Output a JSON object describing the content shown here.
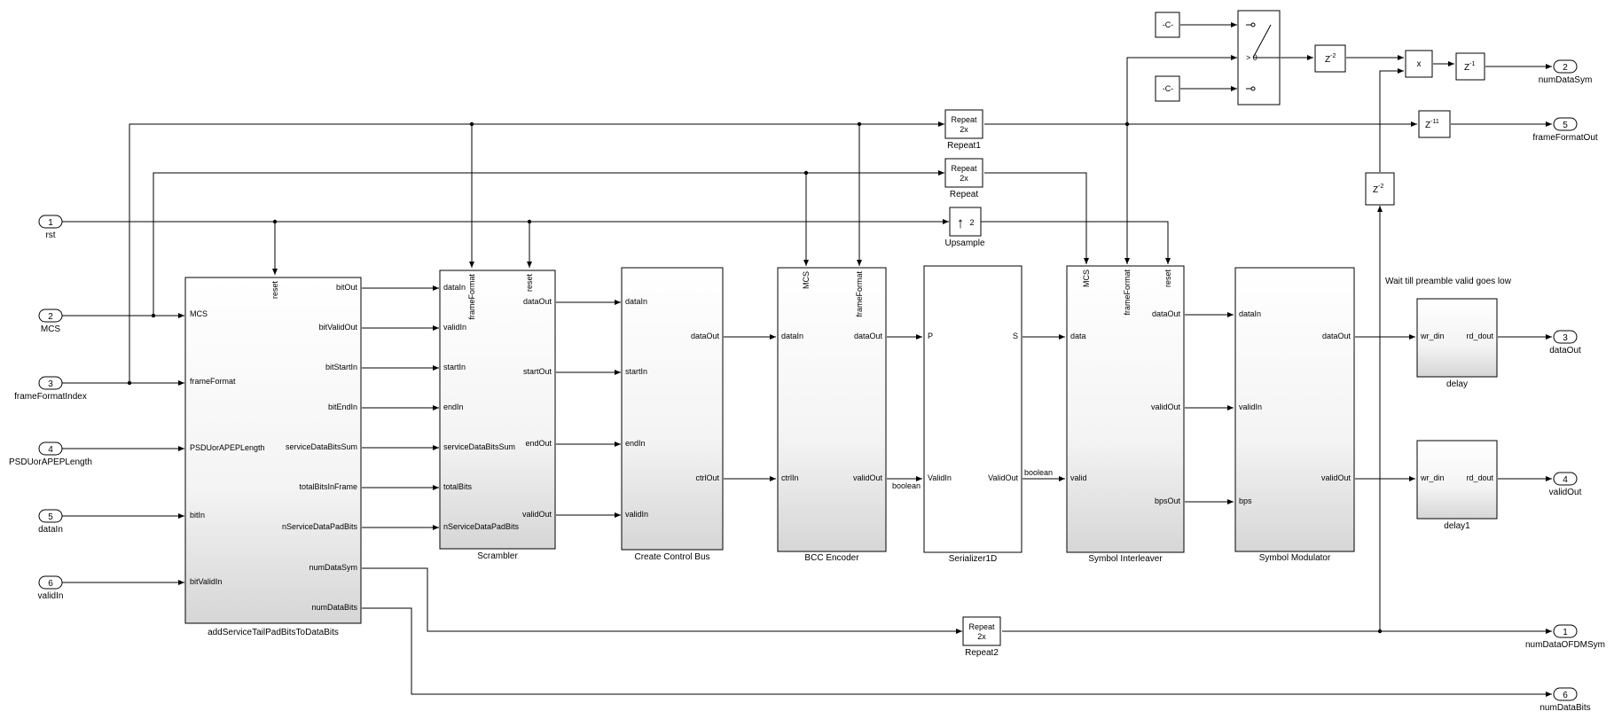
{
  "inports": [
    {
      "num": "1",
      "label": "rst"
    },
    {
      "num": "2",
      "label": "MCS"
    },
    {
      "num": "3",
      "label": "frameFormatIndex"
    },
    {
      "num": "4",
      "label": "PSDUorAPEPLength"
    },
    {
      "num": "5",
      "label": "dataIn"
    },
    {
      "num": "6",
      "label": "validIn"
    }
  ],
  "outports": [
    {
      "num": "2",
      "label": "numDataSym"
    },
    {
      "num": "5",
      "label": "frameFormatOut"
    },
    {
      "num": "3",
      "label": "dataOut"
    },
    {
      "num": "4",
      "label": "validOut"
    },
    {
      "num": "1",
      "label": "numDataOFDMSym"
    },
    {
      "num": "6",
      "label": "numDataBits"
    }
  ],
  "blocks": {
    "addService": {
      "name": "addServiceTailPadBitsToDataBits",
      "in": [
        "MCS",
        "frameFormat",
        "PSDUorAPEPLength",
        "bitIn",
        "bitValidIn"
      ],
      "top": [
        "reset"
      ],
      "out": [
        "bitOut",
        "bitValidOut",
        "bitStartIn",
        "bitEndIn",
        "serviceDataBitsSum",
        "totalBitsInFrame",
        "nServiceDataPadBits",
        "numDataSym",
        "numDataBits"
      ]
    },
    "scrambler": {
      "name": "Scrambler",
      "in": [
        "dataIn",
        "validIn",
        "startIn",
        "endIn",
        "serviceDataBitsSum",
        "totalBits",
        "nServiceDataPadBits"
      ],
      "top": [
        "frameFormat",
        "reset"
      ],
      "out": [
        "dataOut",
        "startOut",
        "endOut",
        "validOut"
      ]
    },
    "controlBus": {
      "name": "Create Control Bus",
      "in": [
        "dataIn",
        "startIn",
        "endIn",
        "validIn"
      ],
      "out": [
        "dataOut",
        "ctrlOut"
      ]
    },
    "bcc": {
      "name": "BCC Encoder",
      "in": [
        "dataIn",
        "ctrlIn"
      ],
      "top": [
        "MCS",
        "frameFormat"
      ],
      "out": [
        "dataOut",
        "validOut"
      ]
    },
    "serializer": {
      "name": "Serializer1D",
      "in": [
        "P",
        "ValidIn"
      ],
      "out": [
        "S",
        "ValidOut"
      ]
    },
    "interleaver": {
      "name": "Symbol Interleaver",
      "in": [
        "data",
        "valid"
      ],
      "top": [
        "MCS",
        "frameFormat",
        "reset"
      ],
      "out": [
        "dataOut",
        "validOut",
        "bpsOut"
      ]
    },
    "modulator": {
      "name": "Symbol Modulator",
      "in": [
        "dataIn",
        "validIn",
        "bps"
      ],
      "out": [
        "dataOut",
        "validOut"
      ]
    },
    "delay": {
      "name": "delay",
      "in": [
        "wr_din"
      ],
      "out": [
        "rd_dout"
      ]
    },
    "delay1": {
      "name": "delay1",
      "in": [
        "wr_din"
      ],
      "out": [
        "rd_dout"
      ]
    }
  },
  "small_blocks": {
    "repeat1": {
      "line1": "Repeat",
      "line2": "2x",
      "name": "Repeat1"
    },
    "repeat": {
      "line1": "Repeat",
      "line2": "2x",
      "name": "Repeat"
    },
    "repeat2": {
      "line1": "Repeat",
      "line2": "2x",
      "name": "Repeat2"
    },
    "upsample": {
      "glyph": "↑",
      "factor": "2",
      "name": "Upsample"
    },
    "const1": "-C-",
    "const2": "-C-",
    "switch_label": "> 0",
    "product": "x",
    "delay_z2_a": {
      "base": "Z",
      "exp": "-2"
    },
    "delay_z1": {
      "base": "Z",
      "exp": "-1"
    },
    "delay_z11": {
      "base": "Z",
      "exp": "-11"
    },
    "delay_z2_b": {
      "base": "Z",
      "exp": "-2"
    }
  },
  "signal_labels": {
    "boolean1": "boolean",
    "boolean2": "boolean"
  },
  "annotation": "Wait till preamble valid goes low"
}
